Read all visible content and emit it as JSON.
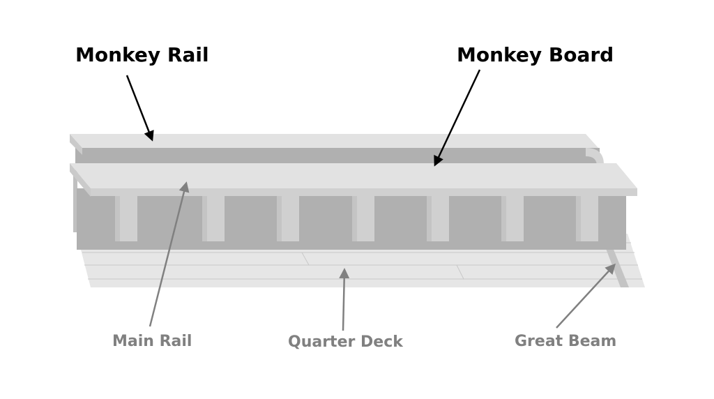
{
  "diagram": {
    "labels": {
      "monkey_rail": "Monkey Rail",
      "monkey_board": "Monkey Board",
      "main_rail": "Main Rail",
      "quarter_deck": "Quarter Deck",
      "great_beam": "Great Beam"
    },
    "colors": {
      "primary_label": "#000000",
      "secondary_label": "#808080",
      "primary_arrow": "#000000",
      "secondary_arrow": "#808080",
      "light_surface": "#e2e2e2",
      "mid_surface": "#d0d0d0",
      "dark_surface": "#b0b0b0",
      "deck": "#e6e6e6",
      "plank_line": "#c8c8c8",
      "beam": "#c4c4c4"
    }
  }
}
